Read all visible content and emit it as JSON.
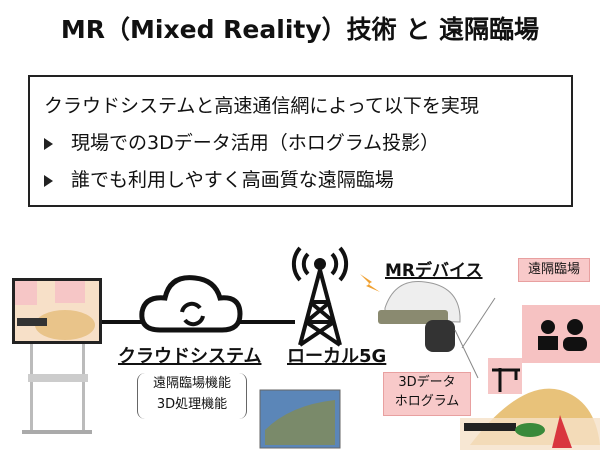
{
  "title": "MR（Mixed Reality）技術 と 遠隔臨場",
  "summary": {
    "heading": "クラウドシステムと高速通信網によって以下を実現",
    "bullets": [
      "現場での3Dデータ活用（ホログラム投影）",
      "誰でも利用しやすく高画質な遠隔臨場"
    ]
  },
  "diagram": {
    "cloud_label": "クラウドシステム",
    "cloud_functions": [
      "遠隔臨場機能",
      "3D処理機能"
    ],
    "network_label": "ローカル5G",
    "device_label": "MRデバイス",
    "remote_callout": "遠隔臨場",
    "hologram_callout": [
      "3Dデータ",
      "ホログラム"
    ]
  },
  "colors": {
    "callout": "#f8c9c9",
    "sand": "#e8c27a",
    "accent_red": "#d9363e"
  }
}
